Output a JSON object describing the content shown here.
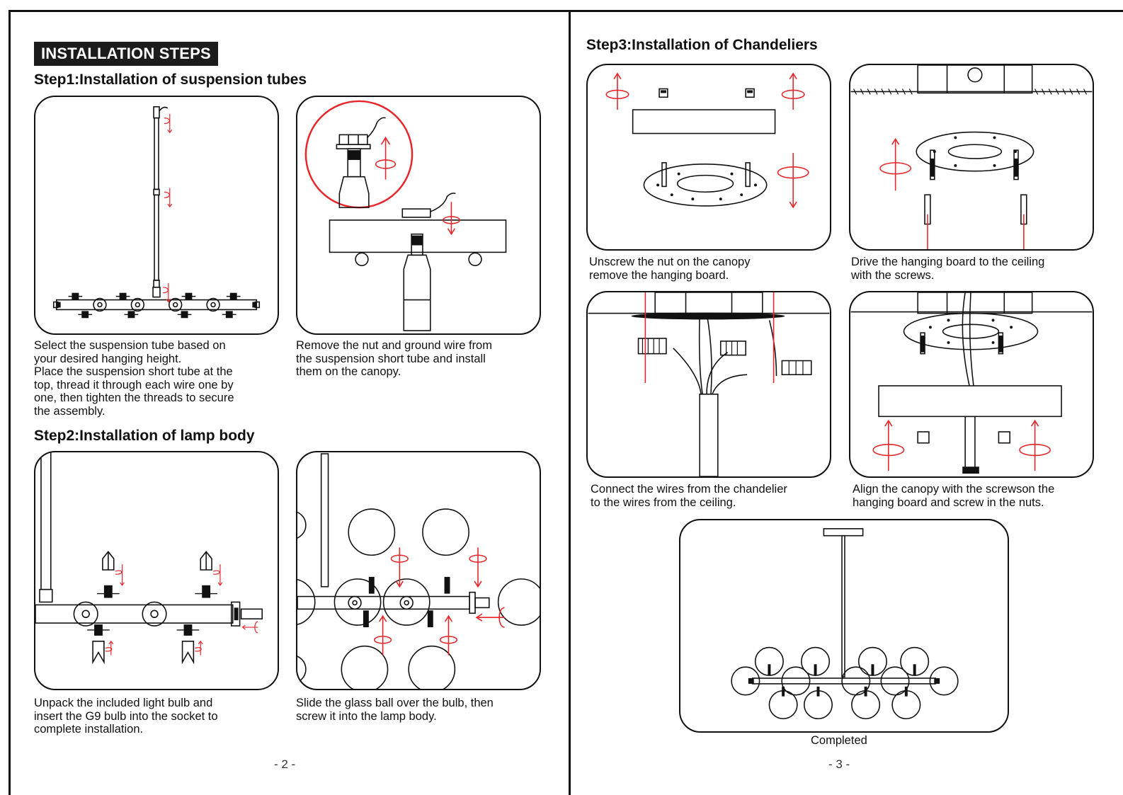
{
  "page_left": {
    "header_badge": "INSTALLATION STEPS",
    "step1": {
      "title": "Step1:Installation of suspension tubes",
      "caption_a": [
        "Select the suspension tube based on",
        "your desired hanging height.",
        "Place the suspension short tube at the",
        "top, thread it through each wire one by",
        "one, then tighten the threads to secure",
        "the assembly."
      ],
      "caption_b": [
        "Remove the nut and ground wire from",
        "the suspension short tube and install",
        "them on the canopy."
      ]
    },
    "step2": {
      "title": "Step2:Installation of lamp body",
      "caption_a": [
        "Unpack the included light bulb and",
        "insert the G9 bulb into the socket to",
        "complete installation."
      ],
      "caption_b": [
        "Slide the glass ball over the bulb, then",
        "screw it into the lamp body."
      ]
    },
    "page_number": "- 2 -"
  },
  "page_right": {
    "step3": {
      "title": "Step3:Installation of Chandeliers",
      "caption_a": [
        "Unscrew the nut on the canopy",
        "remove the hanging board."
      ],
      "caption_b": [
        "Drive the hanging board to the ceiling",
        "with the screws."
      ],
      "caption_c": [
        "Connect the wires from the chandelier",
        "to the wires from the ceiling."
      ],
      "caption_d": [
        "Align the canopy with the screwson the",
        "hanging board and screw in the nuts."
      ],
      "completed_label": "Completed"
    },
    "page_number": "- 3 -"
  },
  "colors": {
    "line": "#111111",
    "arrow": "#e8262a",
    "badge_bg": "#1c1c1c"
  }
}
